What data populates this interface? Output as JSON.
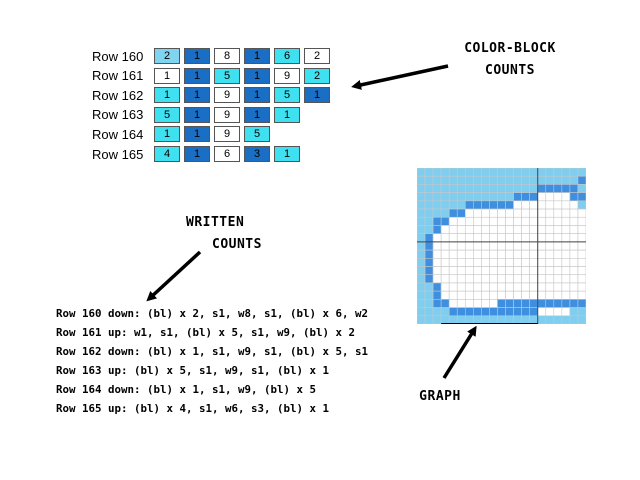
{
  "colors": {
    "blue_light": "#7fd4f0",
    "blue_dark": "#1a6fc4",
    "white": "#ffffff",
    "cyan": "#3fe0f0"
  },
  "color_block_counts": {
    "rows": [
      {
        "label": "Row 160",
        "cells": [
          {
            "value": "2",
            "color": "light"
          },
          {
            "value": "1",
            "color": "dark"
          },
          {
            "value": "8",
            "color": "white"
          },
          {
            "value": "1",
            "color": "dark"
          },
          {
            "value": "6",
            "color": "cyan"
          },
          {
            "value": "2",
            "color": "white"
          }
        ]
      },
      {
        "label": "Row 161",
        "cells": [
          {
            "value": "1",
            "color": "white"
          },
          {
            "value": "1",
            "color": "dark"
          },
          {
            "value": "5",
            "color": "cyan"
          },
          {
            "value": "1",
            "color": "dark"
          },
          {
            "value": "9",
            "color": "white"
          },
          {
            "value": "2",
            "color": "cyan"
          }
        ]
      },
      {
        "label": "Row 162",
        "cells": [
          {
            "value": "1",
            "color": "cyan"
          },
          {
            "value": "1",
            "color": "dark"
          },
          {
            "value": "9",
            "color": "white"
          },
          {
            "value": "1",
            "color": "dark"
          },
          {
            "value": "5",
            "color": "cyan"
          },
          {
            "value": "1",
            "color": "dark"
          }
        ]
      },
      {
        "label": "Row 163",
        "cells": [
          {
            "value": "5",
            "color": "cyan"
          },
          {
            "value": "1",
            "color": "dark"
          },
          {
            "value": "9",
            "color": "white"
          },
          {
            "value": "1",
            "color": "dark"
          },
          {
            "value": "1",
            "color": "cyan"
          }
        ]
      },
      {
        "label": "Row 164",
        "cells": [
          {
            "value": "1",
            "color": "cyan"
          },
          {
            "value": "1",
            "color": "dark"
          },
          {
            "value": "9",
            "color": "white"
          },
          {
            "value": "5",
            "color": "cyan"
          }
        ]
      },
      {
        "label": "Row 165",
        "cells": [
          {
            "value": "4",
            "color": "cyan"
          },
          {
            "value": "1",
            "color": "dark"
          },
          {
            "value": "6",
            "color": "white"
          },
          {
            "value": "3",
            "color": "dark"
          },
          {
            "value": "1",
            "color": "cyan"
          }
        ]
      }
    ]
  },
  "callouts": {
    "color_block_line1": "COLOR-BLOCK",
    "color_block_line2": "COUNTS",
    "written_line1": "WRITTEN",
    "written_line2": "COUNTS",
    "graph": "GRAPH"
  },
  "written_counts": [
    "Row 160 down: (bl) x 2, s1, w8, s1, (bl) x 6, w2",
    "Row 161 up: w1, s1, (bl) x 5, s1, w9, (bl) x 2",
    "Row 162 down: (bl) x 1, s1, w9, s1, (bl) x 5, s1",
    "Row 163 up: (bl) x 5, s1, w9, s1, (bl) x 1",
    "Row 164 down: (bl) x 1, s1, w9, (bl) x 5",
    "Row 165 up: (bl) x 4, s1, w6, s3, (bl) x 1"
  ]
}
